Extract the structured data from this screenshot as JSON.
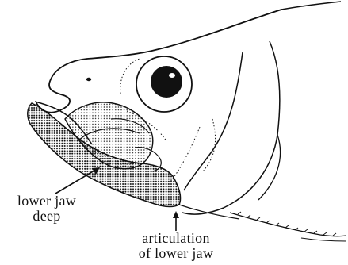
{
  "labels": {
    "lower_jaw": {
      "line1": "lower jaw",
      "line2": "deep"
    },
    "articulation": {
      "line1": "articulation",
      "line2": "of lower jaw"
    }
  },
  "colors": {
    "ink": "#111111",
    "background": "#ffffff"
  }
}
